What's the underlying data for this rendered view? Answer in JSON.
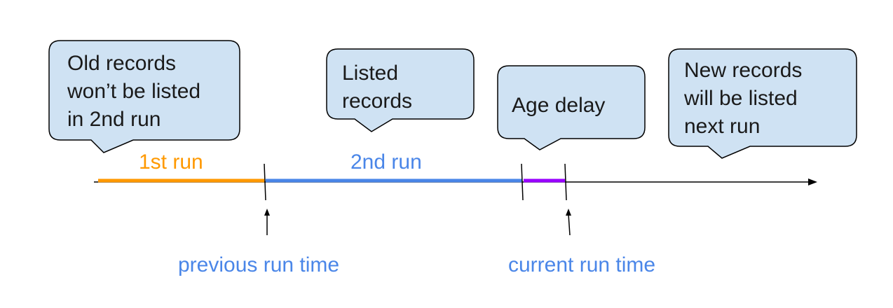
{
  "colors": {
    "callout_fill": "#cfe2f3",
    "callout_stroke": "#000000",
    "first_run": "#ff9900",
    "second_run": "#4a86e8",
    "age_delay": "#9900ff",
    "axis": "#000000",
    "time_label": "#4a86e8"
  },
  "callouts": {
    "old_records": [
      "Old records",
      "won’t be listed",
      "in 2nd run"
    ],
    "listed_records": [
      "Listed",
      "records"
    ],
    "age_delay": [
      "Age delay"
    ],
    "new_records": [
      "New records",
      "will be listed",
      "next run"
    ]
  },
  "segments": {
    "first_run": "1st run",
    "second_run": "2nd run"
  },
  "time_labels": {
    "previous_run": "previous run time",
    "current_run": "current run time"
  }
}
